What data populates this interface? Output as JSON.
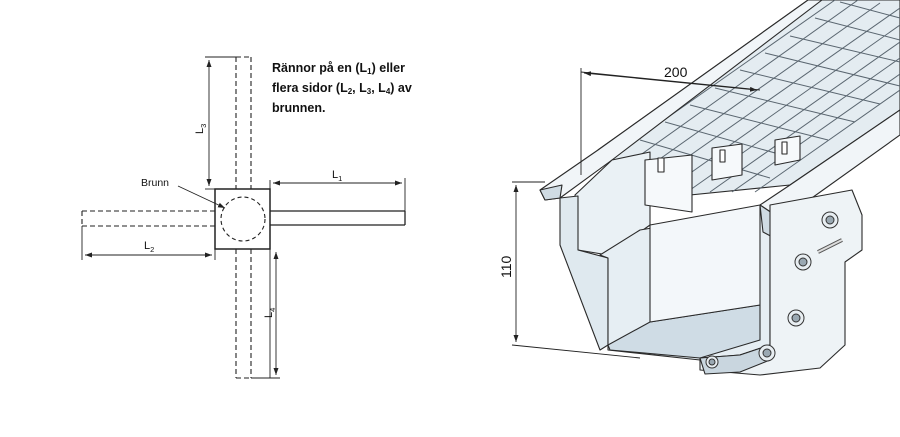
{
  "description_text": {
    "line1_a": "Rännor på en (L",
    "line1_sub": "1",
    "line1_b": ") eller",
    "line2_a": "flera sidor (L",
    "line2_sub2": "2",
    "line2_sep1": ", L",
    "line2_sub3": "3",
    "line2_sep2": ", L",
    "line2_sub4": "4",
    "line2_b": ") av",
    "line3": "brunnen."
  },
  "plan_view": {
    "well_label": "Brunn",
    "dim_L1": {
      "main": "L",
      "sub": "1"
    },
    "dim_L2": {
      "main": "L",
      "sub": "2"
    },
    "dim_L3": {
      "main": "L",
      "sub": "3"
    },
    "dim_L4": {
      "main": "L",
      "sub": "4"
    }
  },
  "iso_view": {
    "width_dim": "200",
    "height_dim": "110"
  },
  "colors": {
    "line": "#222222",
    "channel_light": "#eef4f8",
    "channel_mid": "#d6e2ea",
    "channel_dark": "#aebfcc",
    "grate": "#e2eaf0"
  }
}
